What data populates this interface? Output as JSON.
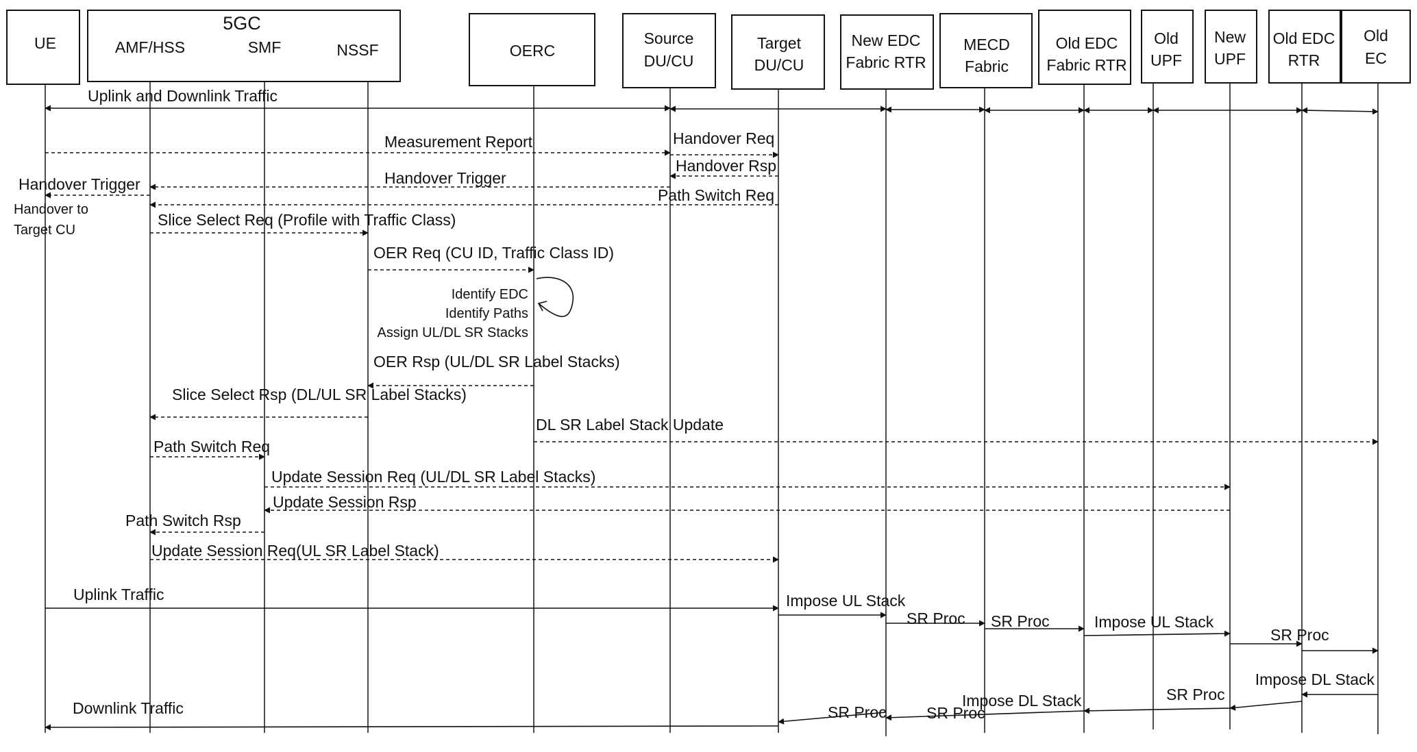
{
  "group": {
    "title": "5GC",
    "members": [
      "AMF/HSS",
      "SMF",
      "NSSF"
    ]
  },
  "participants": [
    {
      "id": "ue",
      "lines": [
        "UE"
      ]
    },
    {
      "id": "amf",
      "lines": [
        "AMF/HSS"
      ]
    },
    {
      "id": "smf",
      "lines": [
        "SMF"
      ]
    },
    {
      "id": "nssf",
      "lines": [
        "NSSF"
      ]
    },
    {
      "id": "oerc",
      "lines": [
        "OERC"
      ]
    },
    {
      "id": "src",
      "lines": [
        "Source",
        "DU/CU"
      ]
    },
    {
      "id": "tgt",
      "lines": [
        "Target",
        "DU/CU"
      ]
    },
    {
      "id": "newedc",
      "lines": [
        "New EDC",
        "Fabric RTR"
      ]
    },
    {
      "id": "mecd",
      "lines": [
        "MECD",
        "Fabric"
      ]
    },
    {
      "id": "oldedcf",
      "lines": [
        "Old EDC",
        "Fabric RTR"
      ]
    },
    {
      "id": "oldupf",
      "lines": [
        "Old",
        "UPF"
      ]
    },
    {
      "id": "newupf",
      "lines": [
        "New",
        "UPF"
      ]
    },
    {
      "id": "oldrtr",
      "lines": [
        "Old EDC",
        "RTR"
      ]
    },
    {
      "id": "oldec",
      "lines": [
        "Old",
        "EC"
      ]
    }
  ],
  "messages": [
    {
      "label": "Uplink and Downlink Traffic",
      "from": "ue",
      "to": "src",
      "style": "solid",
      "bidir": true
    },
    {
      "label": "",
      "from": "src",
      "to": "newedc",
      "style": "solid",
      "bidir": true
    },
    {
      "label": "",
      "from": "newedc",
      "to": "mecd",
      "style": "solid",
      "bidir": true
    },
    {
      "label": "",
      "from": "mecd",
      "to": "oldedcf",
      "style": "solid",
      "bidir": true
    },
    {
      "label": "",
      "from": "oldedcf",
      "to": "oldupf",
      "style": "solid",
      "bidir": true
    },
    {
      "label": "",
      "from": "oldupf",
      "to": "oldrtr",
      "style": "solid",
      "bidir": true
    },
    {
      "label": "",
      "from": "oldrtr",
      "to": "oldec",
      "style": "solid",
      "bidir": true
    },
    {
      "label": "Measurement Report",
      "from": "ue",
      "to": "src",
      "style": "dashed"
    },
    {
      "label": "Handover Req",
      "from": "src",
      "to": "tgt",
      "style": "dashed"
    },
    {
      "label": "Handover Rsp",
      "from": "tgt",
      "to": "src",
      "style": "dashed"
    },
    {
      "label": "Handover Trigger",
      "from": "src",
      "to": "amf",
      "style": "dashed"
    },
    {
      "label": "Handover Trigger",
      "from": "amf",
      "to": "ue",
      "style": "dashed"
    },
    {
      "label": "Path Switch Req",
      "from": "tgt",
      "to": "amf",
      "style": "dashed"
    },
    {
      "label": "Slice Select Req (Profile with Traffic Class)",
      "from": "amf",
      "to": "nssf",
      "style": "dashed"
    },
    {
      "label": "OER Req (CU ID, Traffic Class ID)",
      "from": "nssf",
      "to": "oerc",
      "style": "dashed"
    },
    {
      "label": "OER Rsp  (UL/DL SR Label Stacks)",
      "from": "oerc",
      "to": "nssf",
      "style": "dashed"
    },
    {
      "label": "Slice Select Rsp (DL/UL SR Label Stacks)",
      "from": "nssf",
      "to": "amf",
      "style": "dashed"
    },
    {
      "label": "DL SR Label Stack Update",
      "from": "oerc",
      "to": "oldec",
      "style": "dashed"
    },
    {
      "label": "Path Switch Req",
      "from": "amf",
      "to": "smf",
      "style": "dashed"
    },
    {
      "label": "Update Session Req (UL/DL SR Label Stacks)",
      "from": "smf",
      "to": "newupf",
      "style": "dashed"
    },
    {
      "label": "Update Session Rsp",
      "from": "newupf",
      "to": "smf",
      "style": "dashed"
    },
    {
      "label": "Path Switch Rsp",
      "from": "smf",
      "to": "amf",
      "style": "dashed"
    },
    {
      "label": "Update Session Req(UL SR Label Stack)",
      "from": "amf",
      "to": "tgt",
      "style": "dashed"
    },
    {
      "label": "Uplink Traffic",
      "from": "ue",
      "to": "tgt",
      "style": "solid"
    },
    {
      "label": "Impose UL Stack",
      "from": "tgt",
      "to": "newedc",
      "style": "solid"
    },
    {
      "label": "SR Proc",
      "from": "newedc",
      "to": "mecd",
      "style": "solid"
    },
    {
      "label": "SR Proc",
      "from": "mecd",
      "to": "oldedcf",
      "style": "solid"
    },
    {
      "label": "Impose UL Stack",
      "from": "oldedcf",
      "to": "newupf",
      "style": "solid"
    },
    {
      "label": "SR Proc",
      "from": "newupf",
      "to": "oldrtr",
      "style": "solid"
    },
    {
      "label": "",
      "from": "oldrtr",
      "to": "oldec",
      "style": "solid"
    },
    {
      "label": "Impose DL Stack",
      "from": "oldec",
      "to": "oldrtr",
      "style": "solid"
    },
    {
      "label": "SR Proc",
      "from": "oldrtr",
      "to": "newupf",
      "style": "solid"
    },
    {
      "label": "Impose DL Stack",
      "from": "newupf",
      "to": "oldedcf",
      "style": "solid"
    },
    {
      "label": "SR Proc",
      "from": "oldedcf",
      "to": "newedc",
      "style": "solid"
    },
    {
      "label": "SR Proc",
      "from": "newedc",
      "to": "tgt",
      "style": "solid"
    },
    {
      "label": "Downlink Traffic",
      "from": "tgt",
      "to": "ue",
      "style": "solid"
    }
  ],
  "notes": [
    {
      "id": "ue-handover",
      "lines": [
        "Handover to",
        "Target CU"
      ]
    },
    {
      "id": "oerc-self",
      "lines": [
        "Identify EDC",
        "Identify Paths",
        "Assign UL/DL SR Stacks"
      ]
    }
  ]
}
